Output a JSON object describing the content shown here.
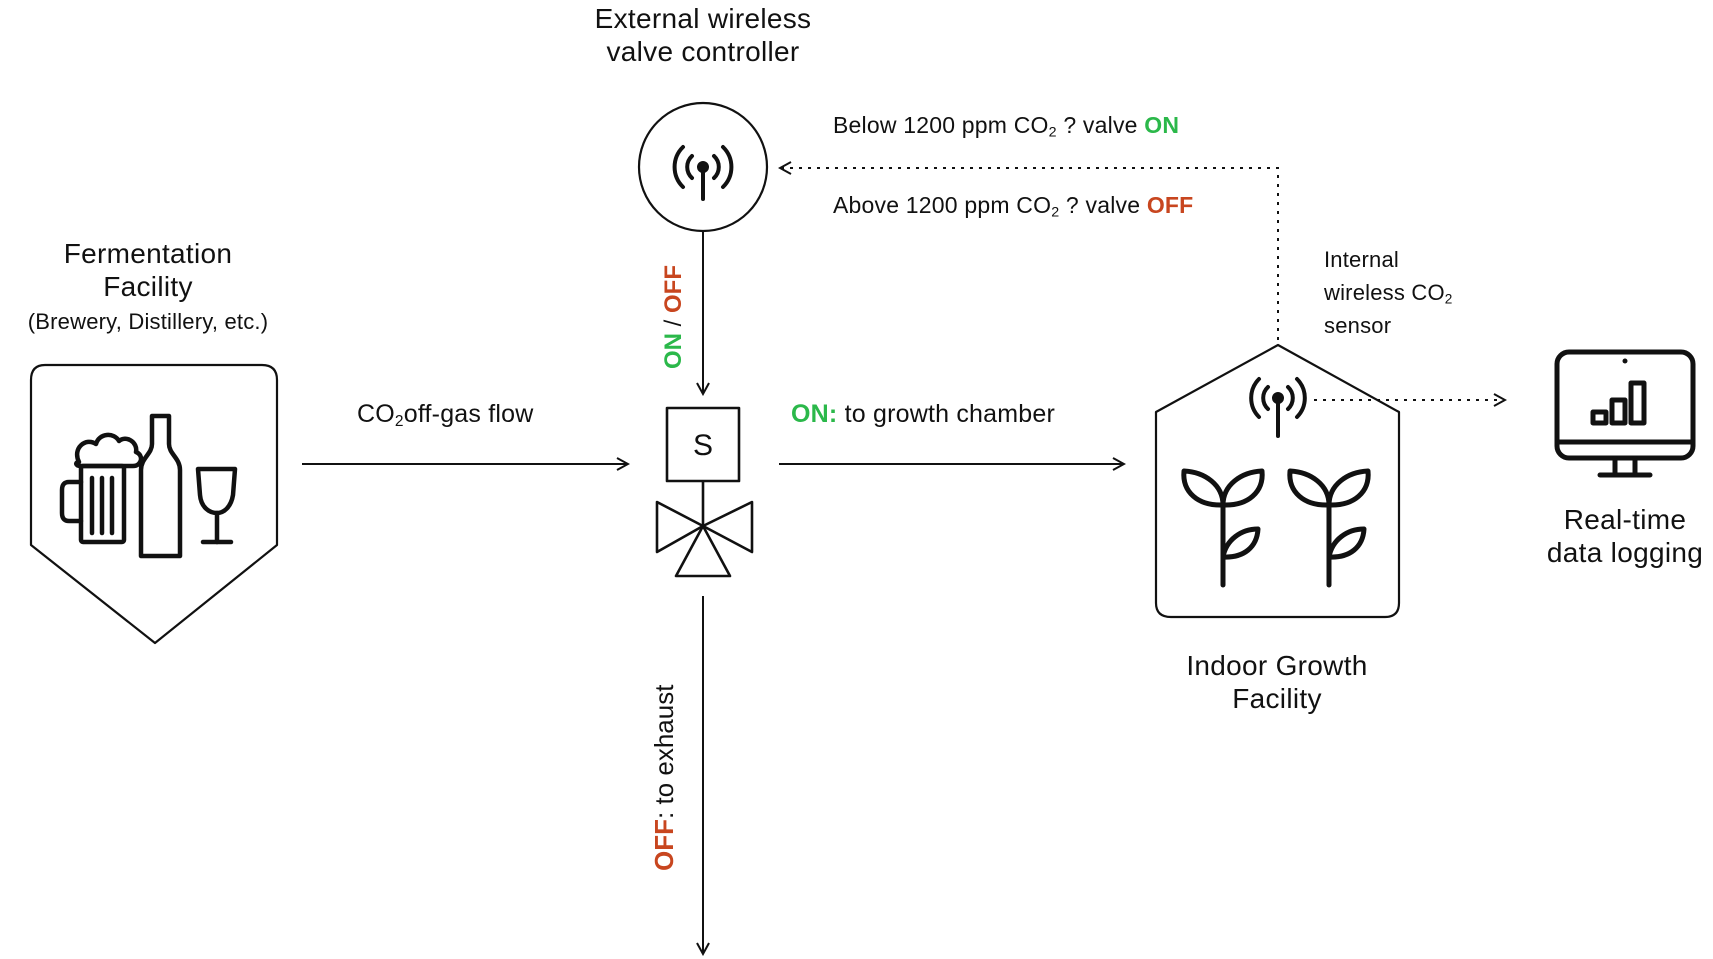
{
  "colors": {
    "on": "#2bb84a",
    "off": "#c8461f",
    "stroke": "#111111"
  },
  "controller": {
    "title_line1": "External wireless",
    "title_line2": "valve controller",
    "icon": "wireless-antenna-icon"
  },
  "fermentation": {
    "title_line1": "Fermentation",
    "title_line2": "Facility",
    "subtitle": "(Brewery, Distillery, etc.)",
    "icon": "beer-bottle-glass-icon"
  },
  "flow": {
    "co2_prefix": "CO",
    "co2_sub": "2",
    "label_suffix": "off-gas flow"
  },
  "valve": {
    "symbol": "S",
    "icon": "three-way-valve-icon"
  },
  "valve_link": {
    "on": "ON",
    "sep": " / ",
    "off": "OFF"
  },
  "growth_path": {
    "on": "ON:",
    "text": " to growth chamber"
  },
  "exhaust_path": {
    "off": "OFF",
    "text": ": to exhaust"
  },
  "feedback": {
    "below_prefix": "Below 1200 ppm CO",
    "below_sub": "2",
    "below_mid": " ? valve ",
    "below_state": "ON",
    "above_prefix": "Above 1200 ppm CO",
    "above_sub": "2",
    "above_mid": " ? valve ",
    "above_state": "OFF"
  },
  "sensor": {
    "line1": "Internal",
    "line2_prefix": "wireless CO",
    "line2_sub": "2",
    "line3": "sensor"
  },
  "growth_facility": {
    "title_line1": "Indoor Growth",
    "title_line2": "Facility",
    "icon": "greenhouse-plants-icon"
  },
  "logging": {
    "title_line1": "Real-time",
    "title_line2": "data logging",
    "icon": "monitor-chart-icon"
  }
}
